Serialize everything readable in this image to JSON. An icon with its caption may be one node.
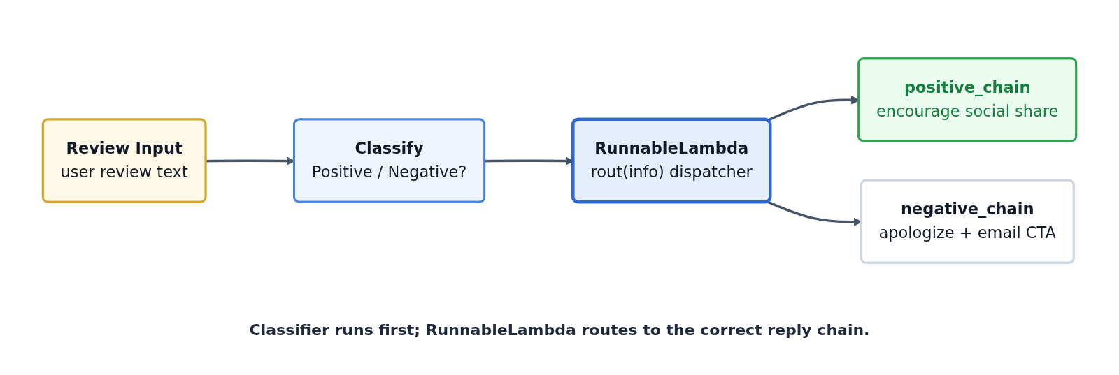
{
  "diagram": {
    "caption": "Classifier runs first; RunnableLambda routes to the correct reply chain.",
    "nodes": [
      {
        "text": [
          "Review Input",
          "user review text"
        ]
      },
      {
        "text": [
          "Classify",
          "Positive / Negative?"
        ]
      },
      {
        "text": [
          "RunnableLambda",
          "rout(info) dispatcher"
        ]
      },
      {
        "text": [
          "positive_chain",
          "encourage social share"
        ]
      },
      {
        "text": [
          "negative_chain",
          "apologize + email CTA"
        ]
      }
    ],
    "edges": [
      {
        "from": 0,
        "to": 1,
        "arrow": "to"
      },
      {
        "from": 1,
        "to": 2,
        "arrow": "to"
      },
      {
        "from": 2,
        "to": 3,
        "arrow": "to"
      },
      {
        "from": 2,
        "to": 4,
        "arrow": "to"
      }
    ]
  }
}
